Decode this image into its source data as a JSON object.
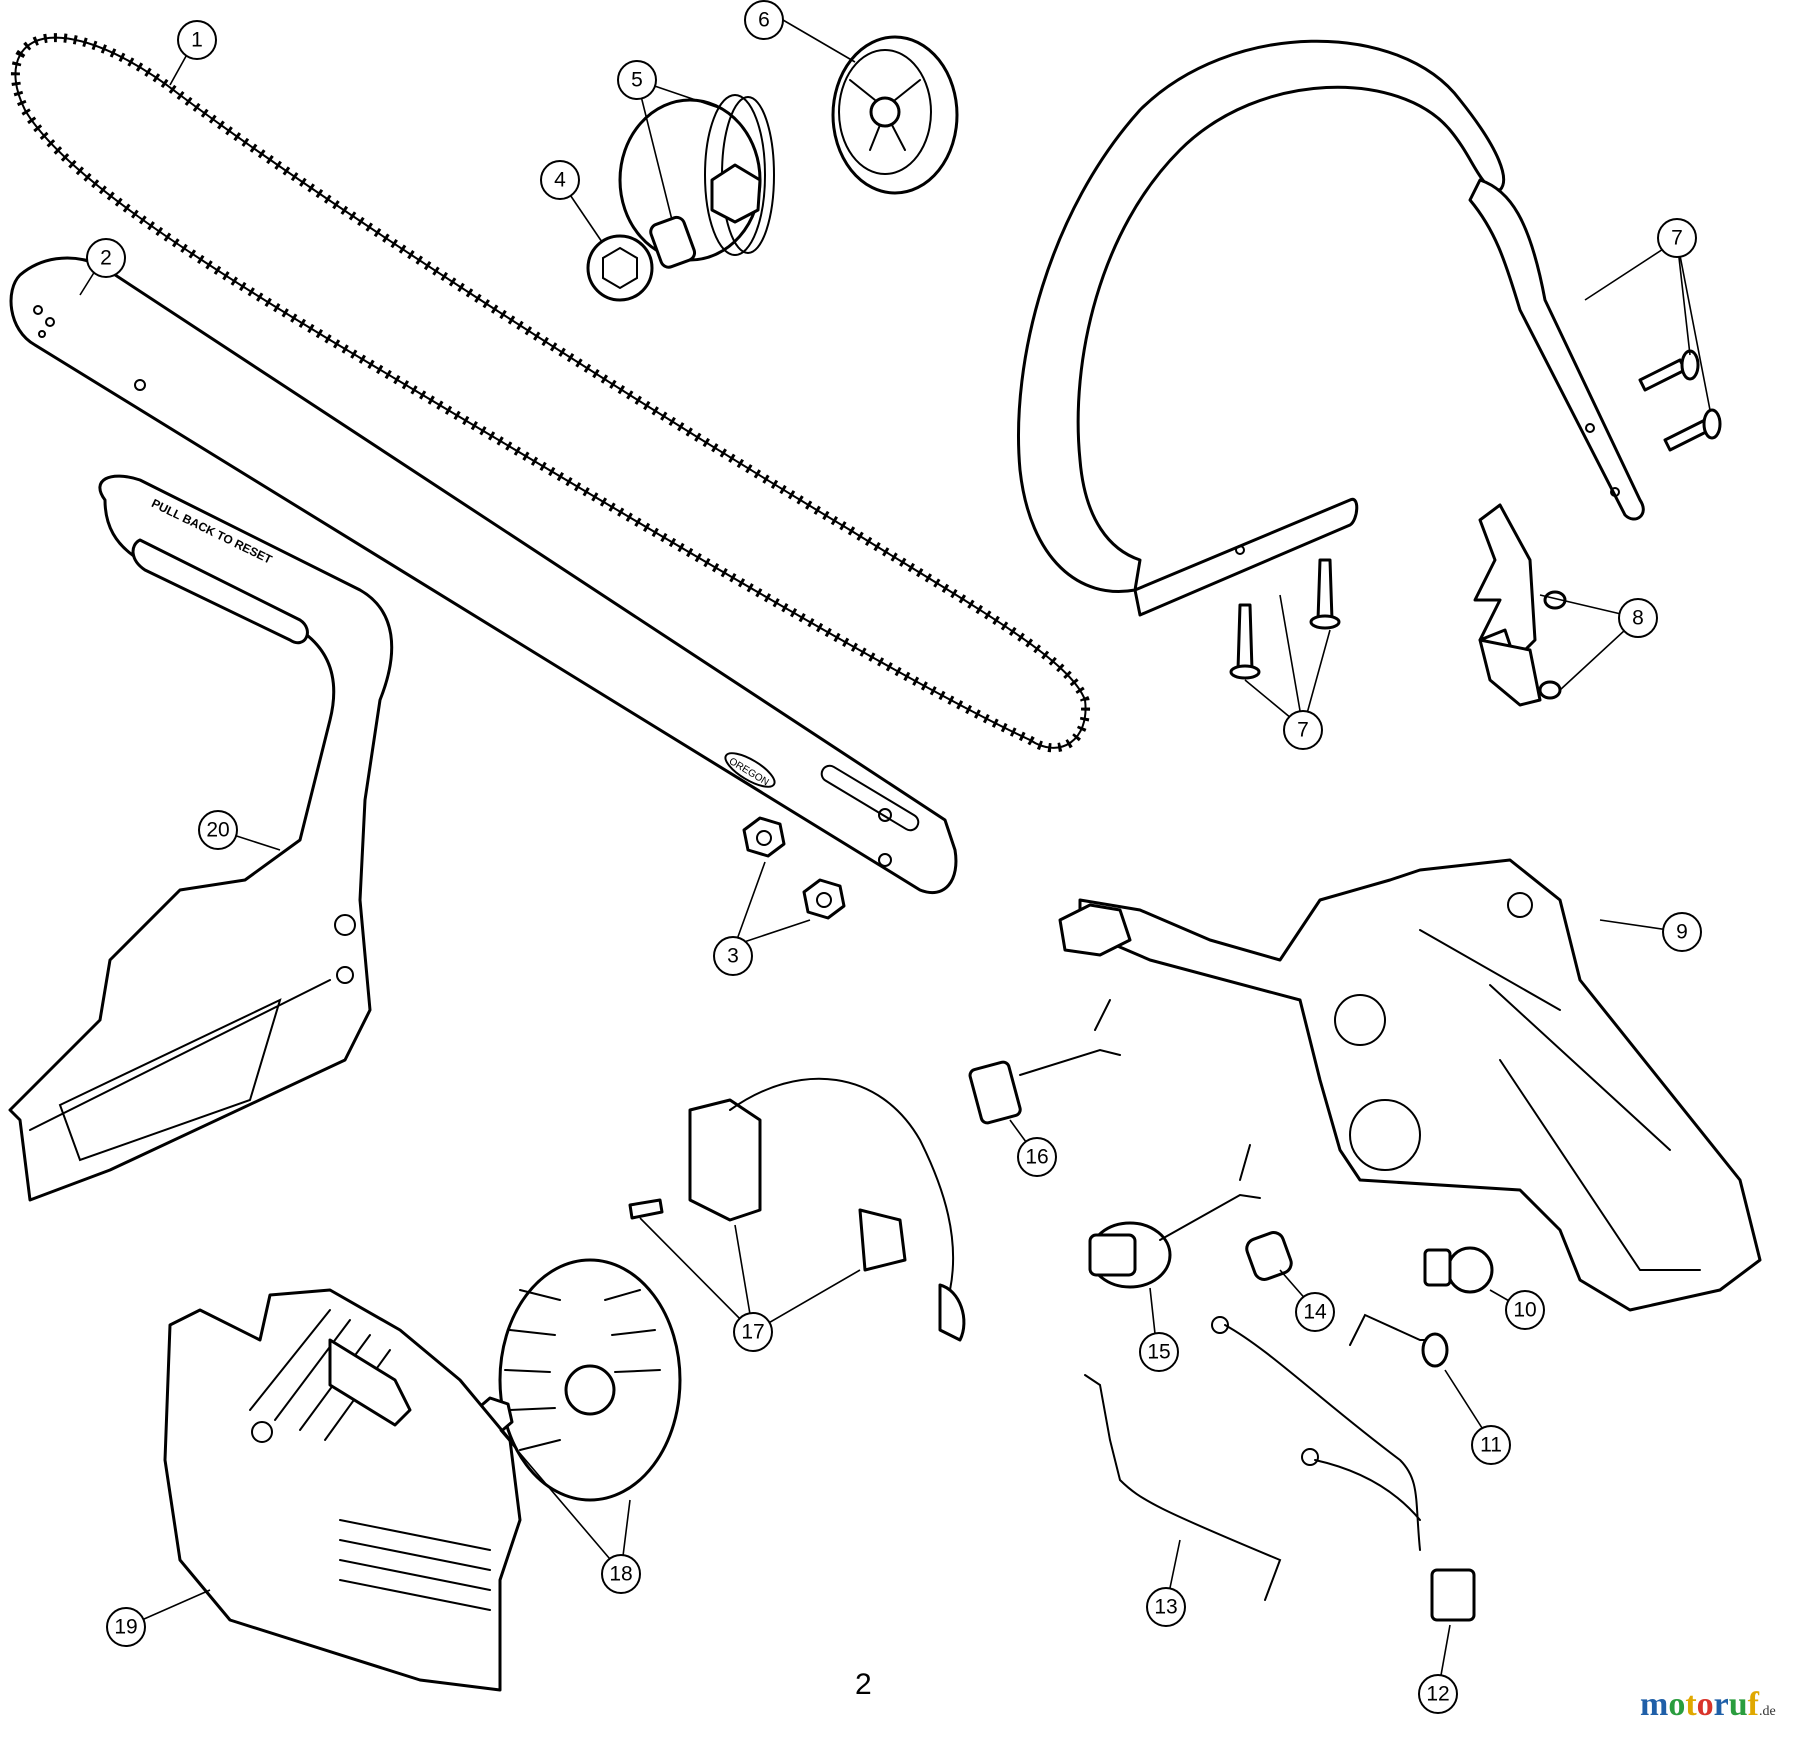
{
  "figure": {
    "page_number": "2"
  },
  "callouts": [
    {
      "id": "1",
      "label": "1"
    },
    {
      "id": "2",
      "label": "2"
    },
    {
      "id": "3",
      "label": "3"
    },
    {
      "id": "4",
      "label": "4"
    },
    {
      "id": "5",
      "label": "5"
    },
    {
      "id": "6",
      "label": "6"
    },
    {
      "id": "7a",
      "label": "7"
    },
    {
      "id": "7b",
      "label": "7"
    },
    {
      "id": "8",
      "label": "8"
    },
    {
      "id": "9",
      "label": "9"
    },
    {
      "id": "10",
      "label": "10"
    },
    {
      "id": "11",
      "label": "11"
    },
    {
      "id": "12",
      "label": "12"
    },
    {
      "id": "13",
      "label": "13"
    },
    {
      "id": "14",
      "label": "14"
    },
    {
      "id": "15",
      "label": "15"
    },
    {
      "id": "16",
      "label": "16"
    },
    {
      "id": "17",
      "label": "17"
    },
    {
      "id": "18",
      "label": "18"
    },
    {
      "id": "19",
      "label": "19"
    },
    {
      "id": "20",
      "label": "20"
    }
  ],
  "part_markings": {
    "chain_guard_text": "PULL BACK TO RESET",
    "bar_brand": "OREGON"
  },
  "watermark": {
    "letters": [
      "m",
      "o",
      "t",
      "o",
      "r",
      "u",
      "f"
    ],
    "colors": [
      "#1f5fa8",
      "#2a9d3e",
      "#e0a800",
      "#d9342b",
      "#1f5fa8",
      "#2a9d3e",
      "#e0a800"
    ],
    "tld": ".de"
  }
}
